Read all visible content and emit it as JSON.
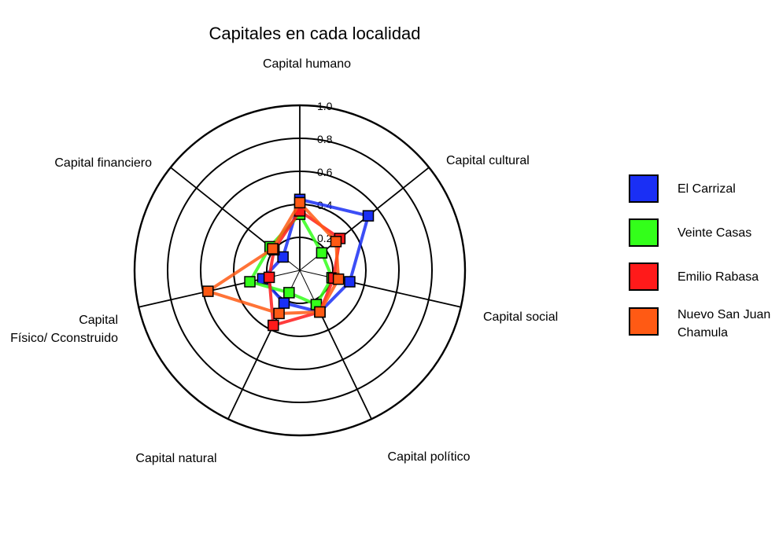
{
  "chart_data": {
    "type": "radar",
    "title": "Capitales en cada localidad",
    "axes": [
      [
        "Capital humano"
      ],
      [
        "Capital cultural"
      ],
      [
        "Capital social"
      ],
      [
        "Capital político"
      ],
      [
        "Capital natural"
      ],
      [
        "Capital",
        "Físico/ Cconstruido"
      ],
      [
        "Capital financiero"
      ]
    ],
    "rlim": [
      0,
      1.0
    ],
    "tick_labels": [
      "0.2",
      "0.4",
      "0.6",
      "0.8",
      "1.0"
    ],
    "grid": true,
    "legend_position": "right",
    "series": [
      {
        "name": "El Carrizal",
        "color": "#1a2ff5",
        "values": [
          0.43,
          0.53,
          0.31,
          0.28,
          0.22,
          0.23,
          0.13
        ]
      },
      {
        "name": "Veinte Casas",
        "color": "#33ff1a",
        "values": [
          0.34,
          0.17,
          0.2,
          0.23,
          0.15,
          0.31,
          0.23
        ]
      },
      {
        "name": "Emilio Rabasa",
        "color": "#ff1a1a",
        "values": [
          0.36,
          0.31,
          0.21,
          0.28,
          0.37,
          0.19,
          0.2
        ]
      },
      {
        "name": "Nuevo San Juan Chamula",
        "color": "#ff5a14",
        "values": [
          0.41,
          0.28,
          0.24,
          0.28,
          0.29,
          0.57,
          0.21
        ]
      }
    ]
  }
}
